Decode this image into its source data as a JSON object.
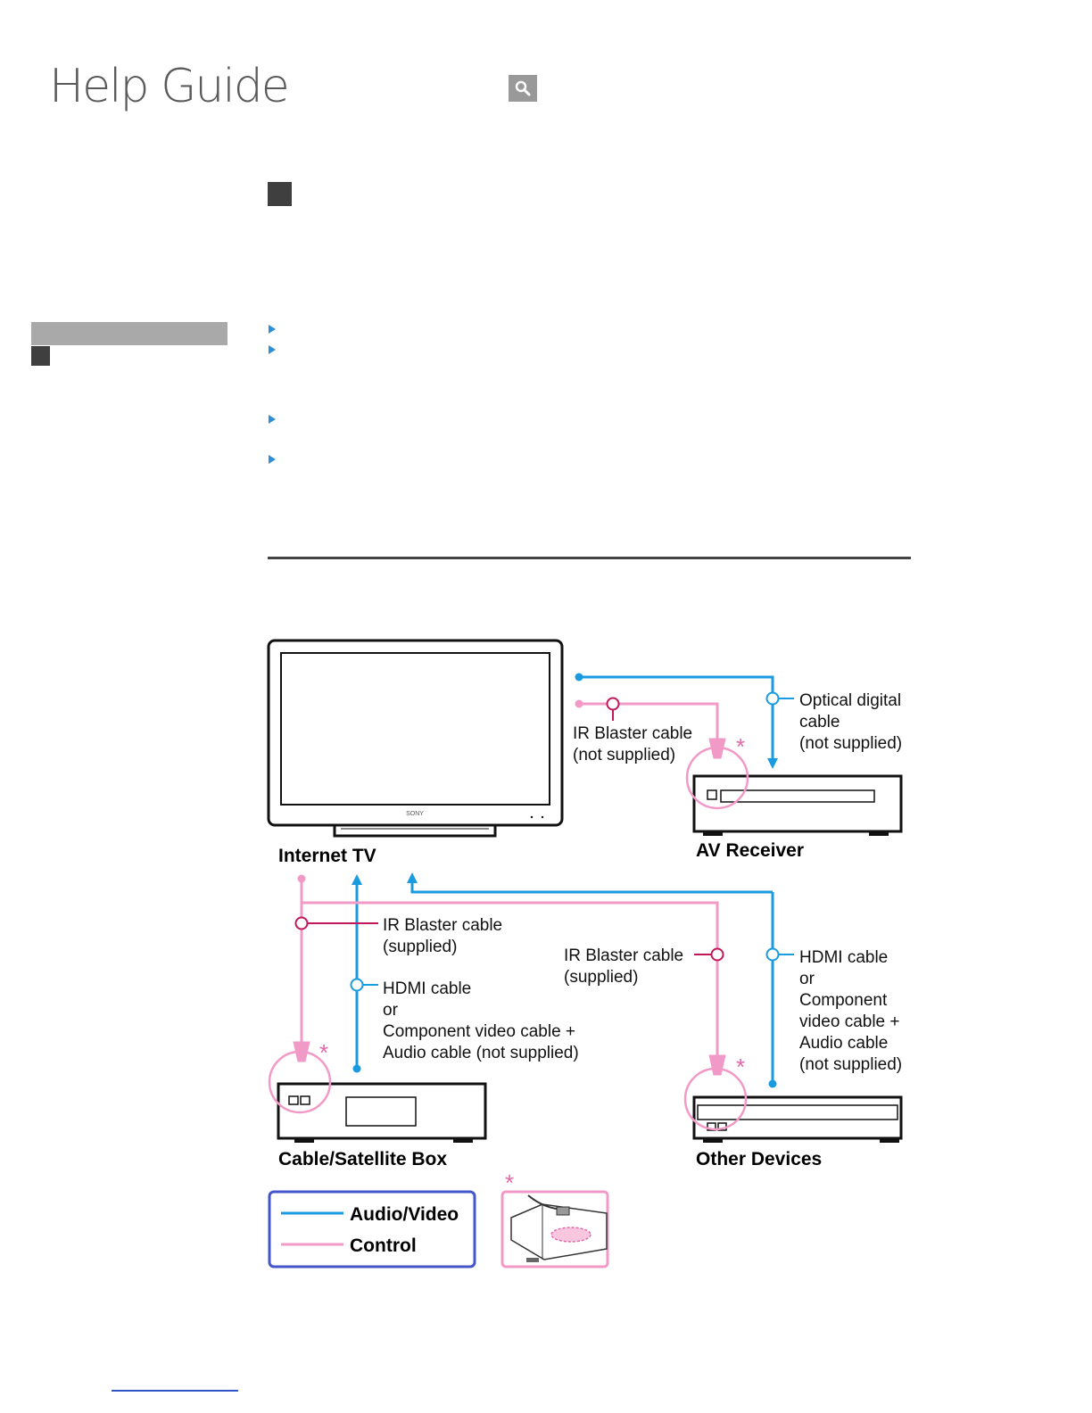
{
  "header": {
    "title": "Help Guide",
    "search_icon": "search-icon"
  },
  "colors": {
    "audio_video": "#1a9be0",
    "control": "#f29ac7",
    "control_marker": "#c2185b",
    "legend_border": "#4455cc",
    "bullet": "#2f8fd6"
  },
  "diagram": {
    "devices": {
      "tv": "Internet TV",
      "tv_brand": "SONY",
      "av_receiver": "AV Receiver",
      "cable_box": "Cable/Satellite Box",
      "other_devices": "Other Devices"
    },
    "labels": {
      "ir_not_supplied_1": "IR Blaster cable",
      "ir_not_supplied_2": "(not supplied)",
      "optical_1": "Optical digital",
      "optical_2": "cable",
      "optical_3": "(not supplied)",
      "ir_left_1": "IR Blaster cable",
      "ir_left_2": "(supplied)",
      "hdmi_left_1": "HDMI cable",
      "hdmi_left_2": "or",
      "hdmi_left_3": "Component video cable +",
      "hdmi_left_4": "Audio cable (not supplied)",
      "ir_mid_1": "IR Blaster cable",
      "ir_mid_2": "(supplied)",
      "hdmi_right_1": "HDMI cable",
      "hdmi_right_2": "or",
      "hdmi_right_3": "Component",
      "hdmi_right_4": "video cable +",
      "hdmi_right_5": "Audio cable",
      "hdmi_right_6": "(not supplied)"
    },
    "asterisk": "*",
    "legend": {
      "audio_video": "Audio/Video",
      "control": "Control"
    }
  }
}
